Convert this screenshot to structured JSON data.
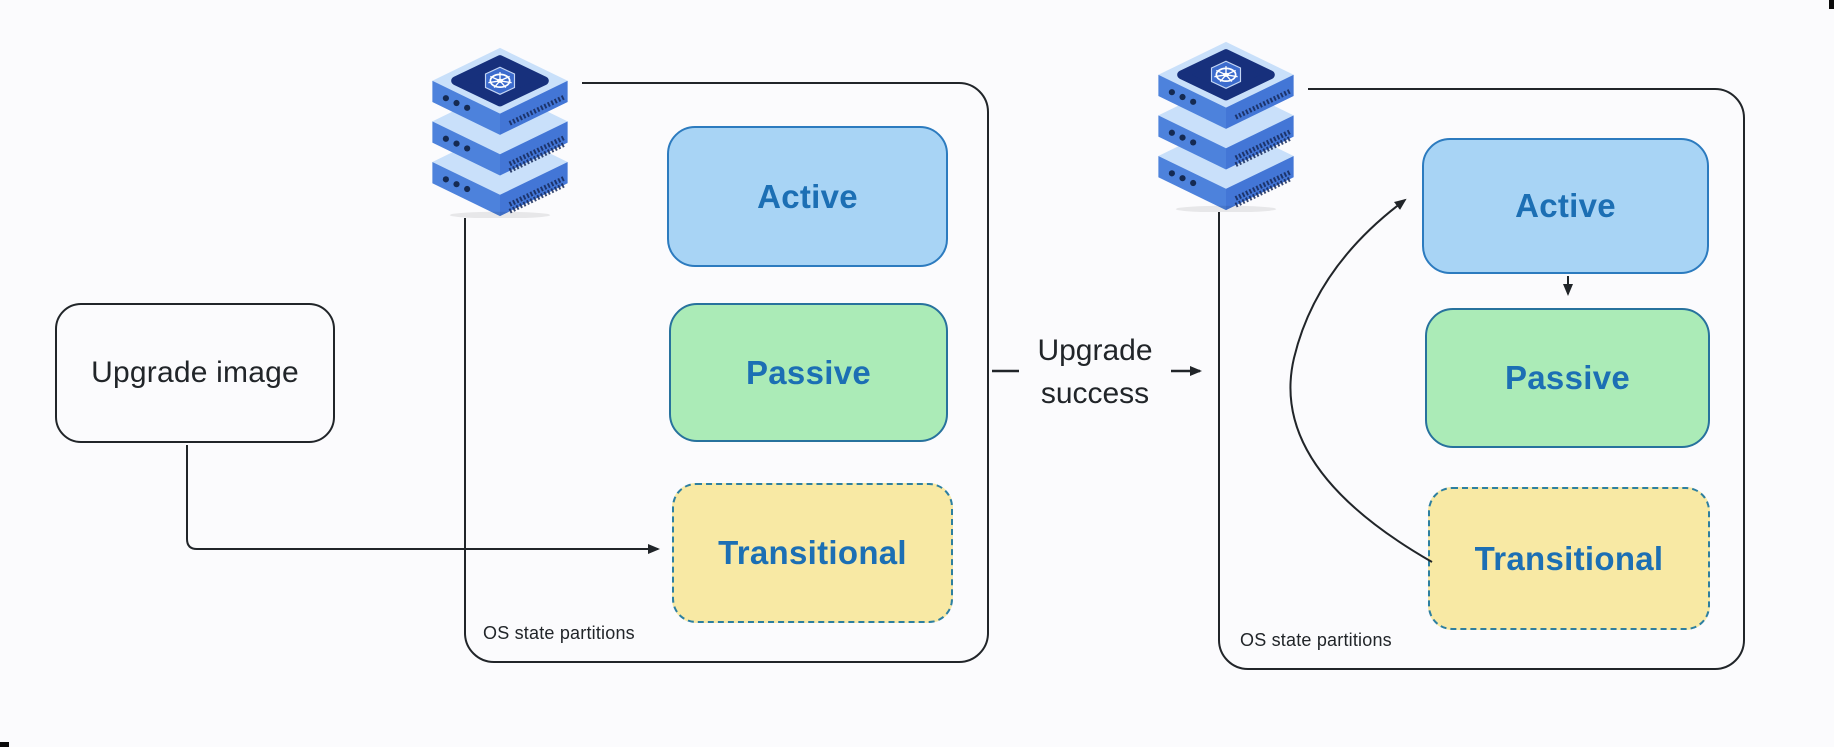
{
  "upgrade_image": {
    "label": "Upgrade image"
  },
  "transition": {
    "line1": "Upgrade",
    "line2": "success"
  },
  "clusters": {
    "left": {
      "caption": "OS state partitions",
      "states": [
        {
          "id": "active",
          "label": "Active"
        },
        {
          "id": "passive",
          "label": "Passive"
        },
        {
          "id": "transitional",
          "label": "Transitional"
        }
      ]
    },
    "right": {
      "caption": "OS state partitions",
      "states": [
        {
          "id": "active",
          "label": "Active"
        },
        {
          "id": "passive",
          "label": "Passive"
        },
        {
          "id": "transitional",
          "label": "Transitional"
        }
      ]
    }
  },
  "icons": {
    "left": "kubernetes-server-stack-icon",
    "right": "kubernetes-server-stack-icon"
  },
  "colors": {
    "page_bg": "#fbfbfd",
    "line": "#212529",
    "text_dark": "#212529",
    "state_text": "#1c6fb4",
    "active_fill": "#a8d4f5",
    "active_border": "#2c7bbf",
    "passive_fill": "#abebb7",
    "passive_border": "#27729d",
    "transitional_fill": "#f8e9a4",
    "transitional_border": "#2d7fa0",
    "icon_rim": "#c9e0fa",
    "icon_face": "#4d82dc",
    "icon_face_dark": "#4376d6",
    "icon_panel": "#17307c",
    "icon_hex": "#3e6fd2"
  }
}
